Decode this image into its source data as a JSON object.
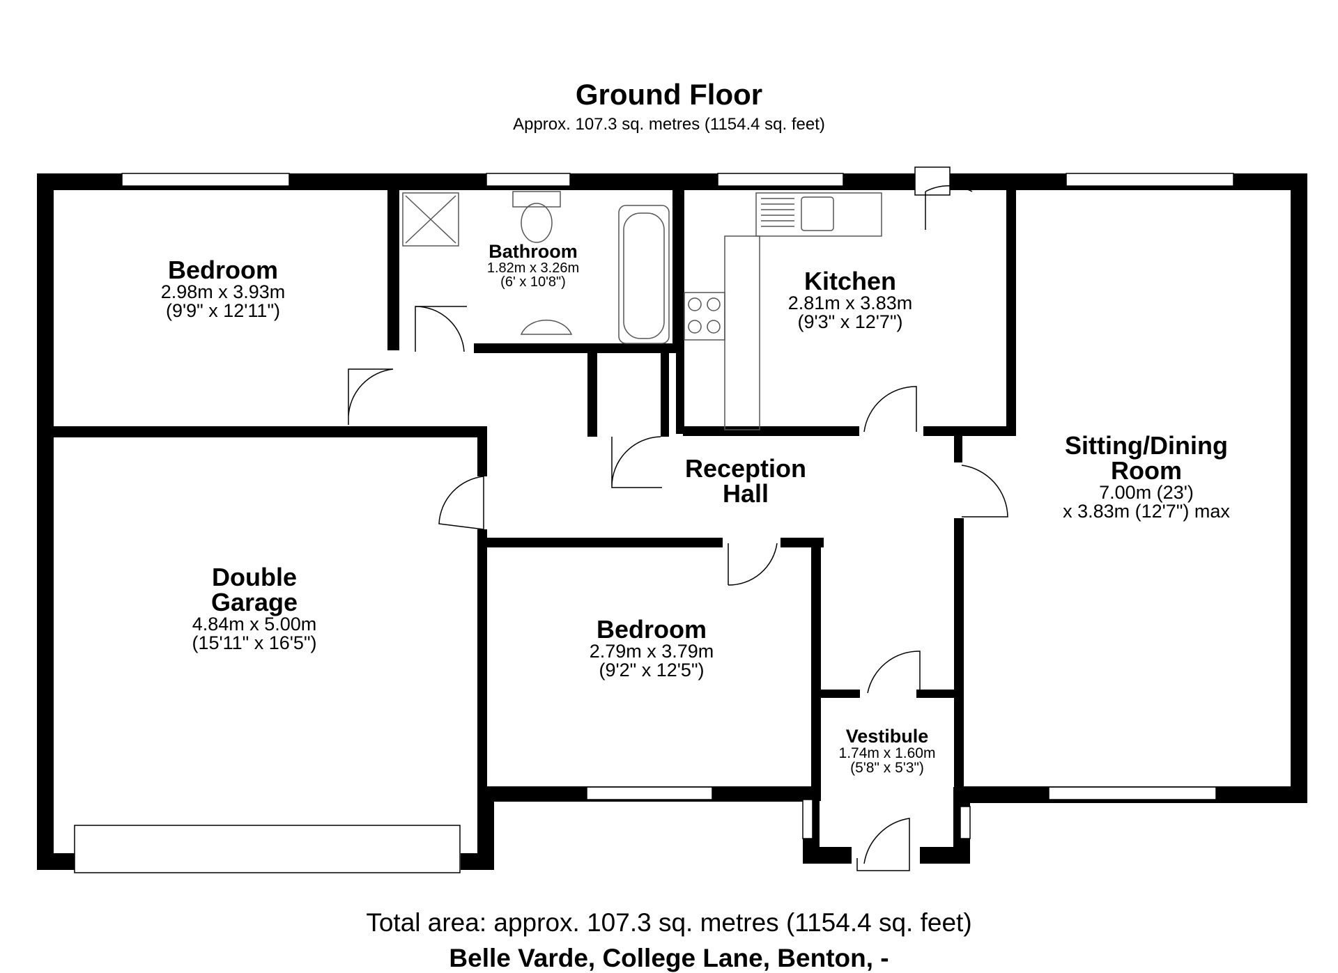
{
  "floor": {
    "title": "Ground Floor",
    "area": "Approx. 107.3 sq. metres (1154.4 sq. feet)"
  },
  "rooms": {
    "bedroom1": {
      "name": "Bedroom",
      "dim_m": "2.98m x 3.93m",
      "dim_ft": "(9'9\" x 12'11\")"
    },
    "bathroom": {
      "name": "Bathroom",
      "dim_m": "1.82m x 3.26m",
      "dim_ft": "(6' x 10'8\")"
    },
    "kitchen": {
      "name": "Kitchen",
      "dim_m": "2.81m x 3.83m",
      "dim_ft": "(9'3\" x 12'7\")"
    },
    "sitting": {
      "name_line1": "Sitting/Dining",
      "name_line2": "Room",
      "dim_line1": "7.00m (23')",
      "dim_line2": "x 3.83m (12'7\") max"
    },
    "reception": {
      "name_line1": "Reception",
      "name_line2": "Hall"
    },
    "garage": {
      "name_line1": "Double",
      "name_line2": "Garage",
      "dim_m": "4.84m x 5.00m",
      "dim_ft": "(15'11\" x 16'5\")"
    },
    "bedroom2": {
      "name": "Bedroom",
      "dim_m": "2.79m x 3.79m",
      "dim_ft": "(9'2\" x 12'5\")"
    },
    "vestibule": {
      "name": "Vestibule",
      "dim_m": "1.74m x 1.60m",
      "dim_ft": "(5'8\" x 5'3\")"
    }
  },
  "footer": {
    "total_area": "Total area: approx. 107.3 sq. metres (1154.4 sq. feet)",
    "address": "Belle Varde, College Lane, Benton, -"
  },
  "colors": {
    "wall": "#000000",
    "fixture": "#555555",
    "background": "#ffffff"
  }
}
